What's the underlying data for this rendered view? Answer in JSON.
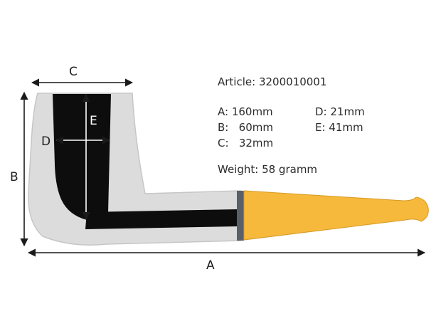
{
  "specs": {
    "article": "Article: 3200010001",
    "a": "A: 160mm",
    "b": "B:   60mm",
    "c": "C:   32mm",
    "d": "D: 21mm",
    "e": "E: 41mm",
    "weight": "Weight: 58 gramm"
  },
  "dimension_labels": {
    "a": "A",
    "b": "B",
    "c": "C",
    "d": "D",
    "e": "E"
  },
  "colors": {
    "pipe_body": "#dcdcdc",
    "pipe_outline": "#c6c6c6",
    "bore": "#0d0d0d",
    "mouthpiece": "#f6b93b",
    "ferrule": "#5a5e68",
    "arrows": "#1a1a1a"
  }
}
